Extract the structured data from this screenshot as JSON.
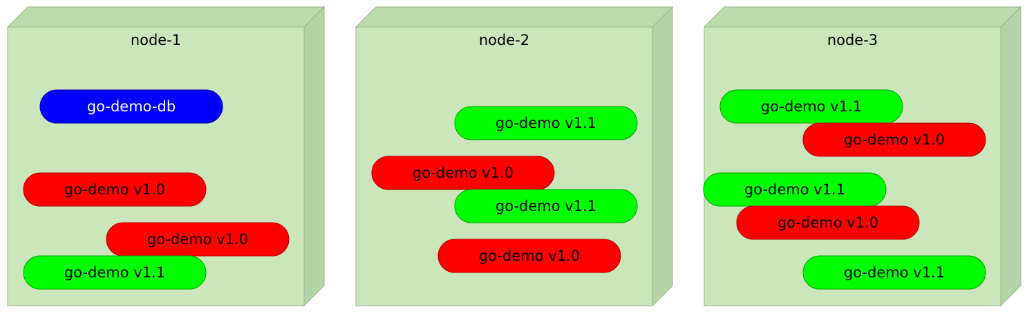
{
  "colors": {
    "box_front": "#cbe6bb",
    "box_side": "#b4d3a6",
    "box_top": "#bddcad",
    "box_stroke": "#97b58b",
    "db": "#0000ff",
    "v1_0": "#ff0000",
    "v1_1": "#00ff00"
  },
  "nodes": [
    {
      "title": "node-1",
      "pods": [
        {
          "label": "go-demo-db",
          "kind": "db"
        },
        {
          "label": "go-demo v1.0",
          "kind": "v1_0"
        },
        {
          "label": "go-demo v1.0",
          "kind": "v1_0"
        },
        {
          "label": "go-demo v1.1",
          "kind": "v1_1"
        }
      ]
    },
    {
      "title": "node-2",
      "pods": [
        {
          "label": "go-demo v1.1",
          "kind": "v1_1"
        },
        {
          "label": "go-demo v1.0",
          "kind": "v1_0"
        },
        {
          "label": "go-demo v1.1",
          "kind": "v1_1"
        },
        {
          "label": "go-demo v1.0",
          "kind": "v1_0"
        }
      ]
    },
    {
      "title": "node-3",
      "pods": [
        {
          "label": "go-demo v1.1",
          "kind": "v1_1"
        },
        {
          "label": "go-demo v1.0",
          "kind": "v1_0"
        },
        {
          "label": "go-demo v1.1",
          "kind": "v1_1"
        },
        {
          "label": "go-demo v1.0",
          "kind": "v1_0"
        },
        {
          "label": "go-demo v1.1",
          "kind": "v1_1"
        }
      ]
    }
  ]
}
